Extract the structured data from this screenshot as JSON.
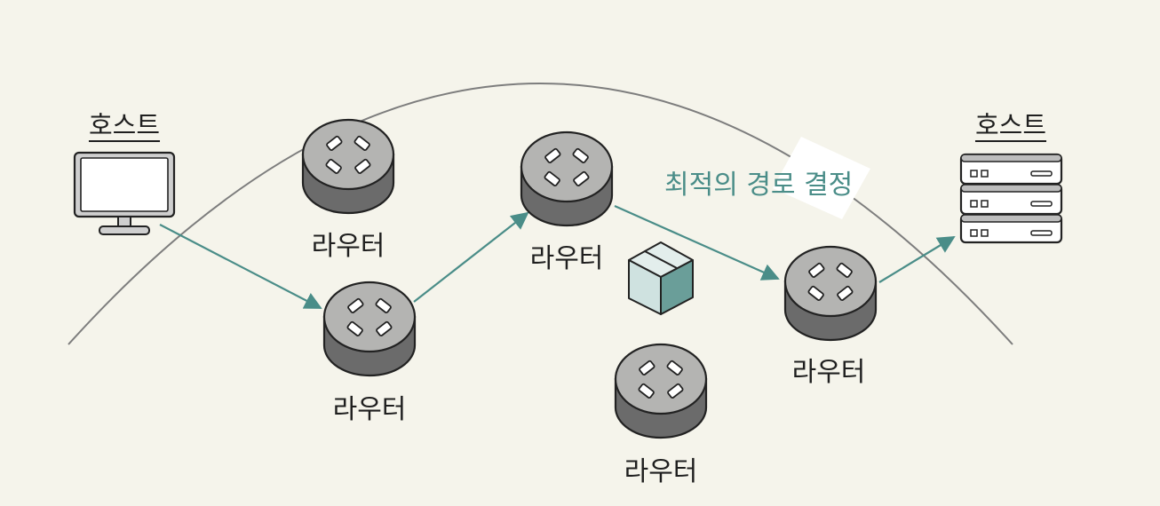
{
  "diagram": {
    "hosts": [
      {
        "id": "host-left",
        "label": "호스트",
        "kind": "monitor"
      },
      {
        "id": "host-right",
        "label": "호스트",
        "kind": "server"
      }
    ],
    "routers": [
      {
        "id": "router-1",
        "label": "라우터"
      },
      {
        "id": "router-2",
        "label": "라우터"
      },
      {
        "id": "router-3",
        "label": "라우터"
      },
      {
        "id": "router-4",
        "label": "라우터"
      },
      {
        "id": "router-5",
        "label": "라우터"
      }
    ],
    "callout": "최적의 경로 결정",
    "path": [
      "host-left",
      "router-2",
      "router-3",
      "router-4",
      "host-right"
    ],
    "colors": {
      "background": "#f5f4eb",
      "accent": "#4a8d88",
      "router_top": "#b4b4b2",
      "router_side": "#6b6b6b",
      "packet": "#cfe2e0"
    }
  }
}
